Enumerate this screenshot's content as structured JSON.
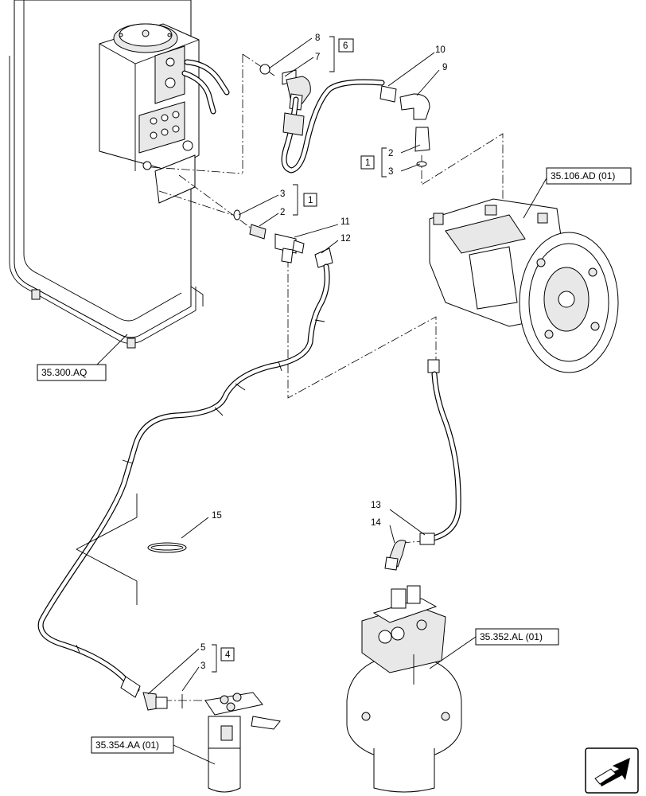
{
  "callouts": [
    {
      "id": "c8",
      "text": "8"
    },
    {
      "id": "c7",
      "text": "7"
    },
    {
      "id": "c6",
      "text": "6"
    },
    {
      "id": "c10",
      "text": "10"
    },
    {
      "id": "c9",
      "text": "9"
    },
    {
      "id": "c2a",
      "text": "2"
    },
    {
      "id": "c3a",
      "text": "3"
    },
    {
      "id": "c1a",
      "text": "1"
    },
    {
      "id": "c3b",
      "text": "3"
    },
    {
      "id": "c2b",
      "text": "2"
    },
    {
      "id": "c1b",
      "text": "1"
    },
    {
      "id": "c11",
      "text": "11"
    },
    {
      "id": "c12",
      "text": "12"
    },
    {
      "id": "c13",
      "text": "13"
    },
    {
      "id": "c14",
      "text": "14"
    },
    {
      "id": "c15",
      "text": "15"
    },
    {
      "id": "c5",
      "text": "5"
    },
    {
      "id": "c3c",
      "text": "3"
    },
    {
      "id": "c4",
      "text": "4"
    }
  ],
  "references": {
    "pump": "35.106.AD (01)",
    "tank": "35.300.AQ",
    "swing_motor": "35.352.AL (01)",
    "swivel": "35.354.AA (01)"
  },
  "icons": {
    "nav_arrow": "arrow-down-left-icon"
  }
}
